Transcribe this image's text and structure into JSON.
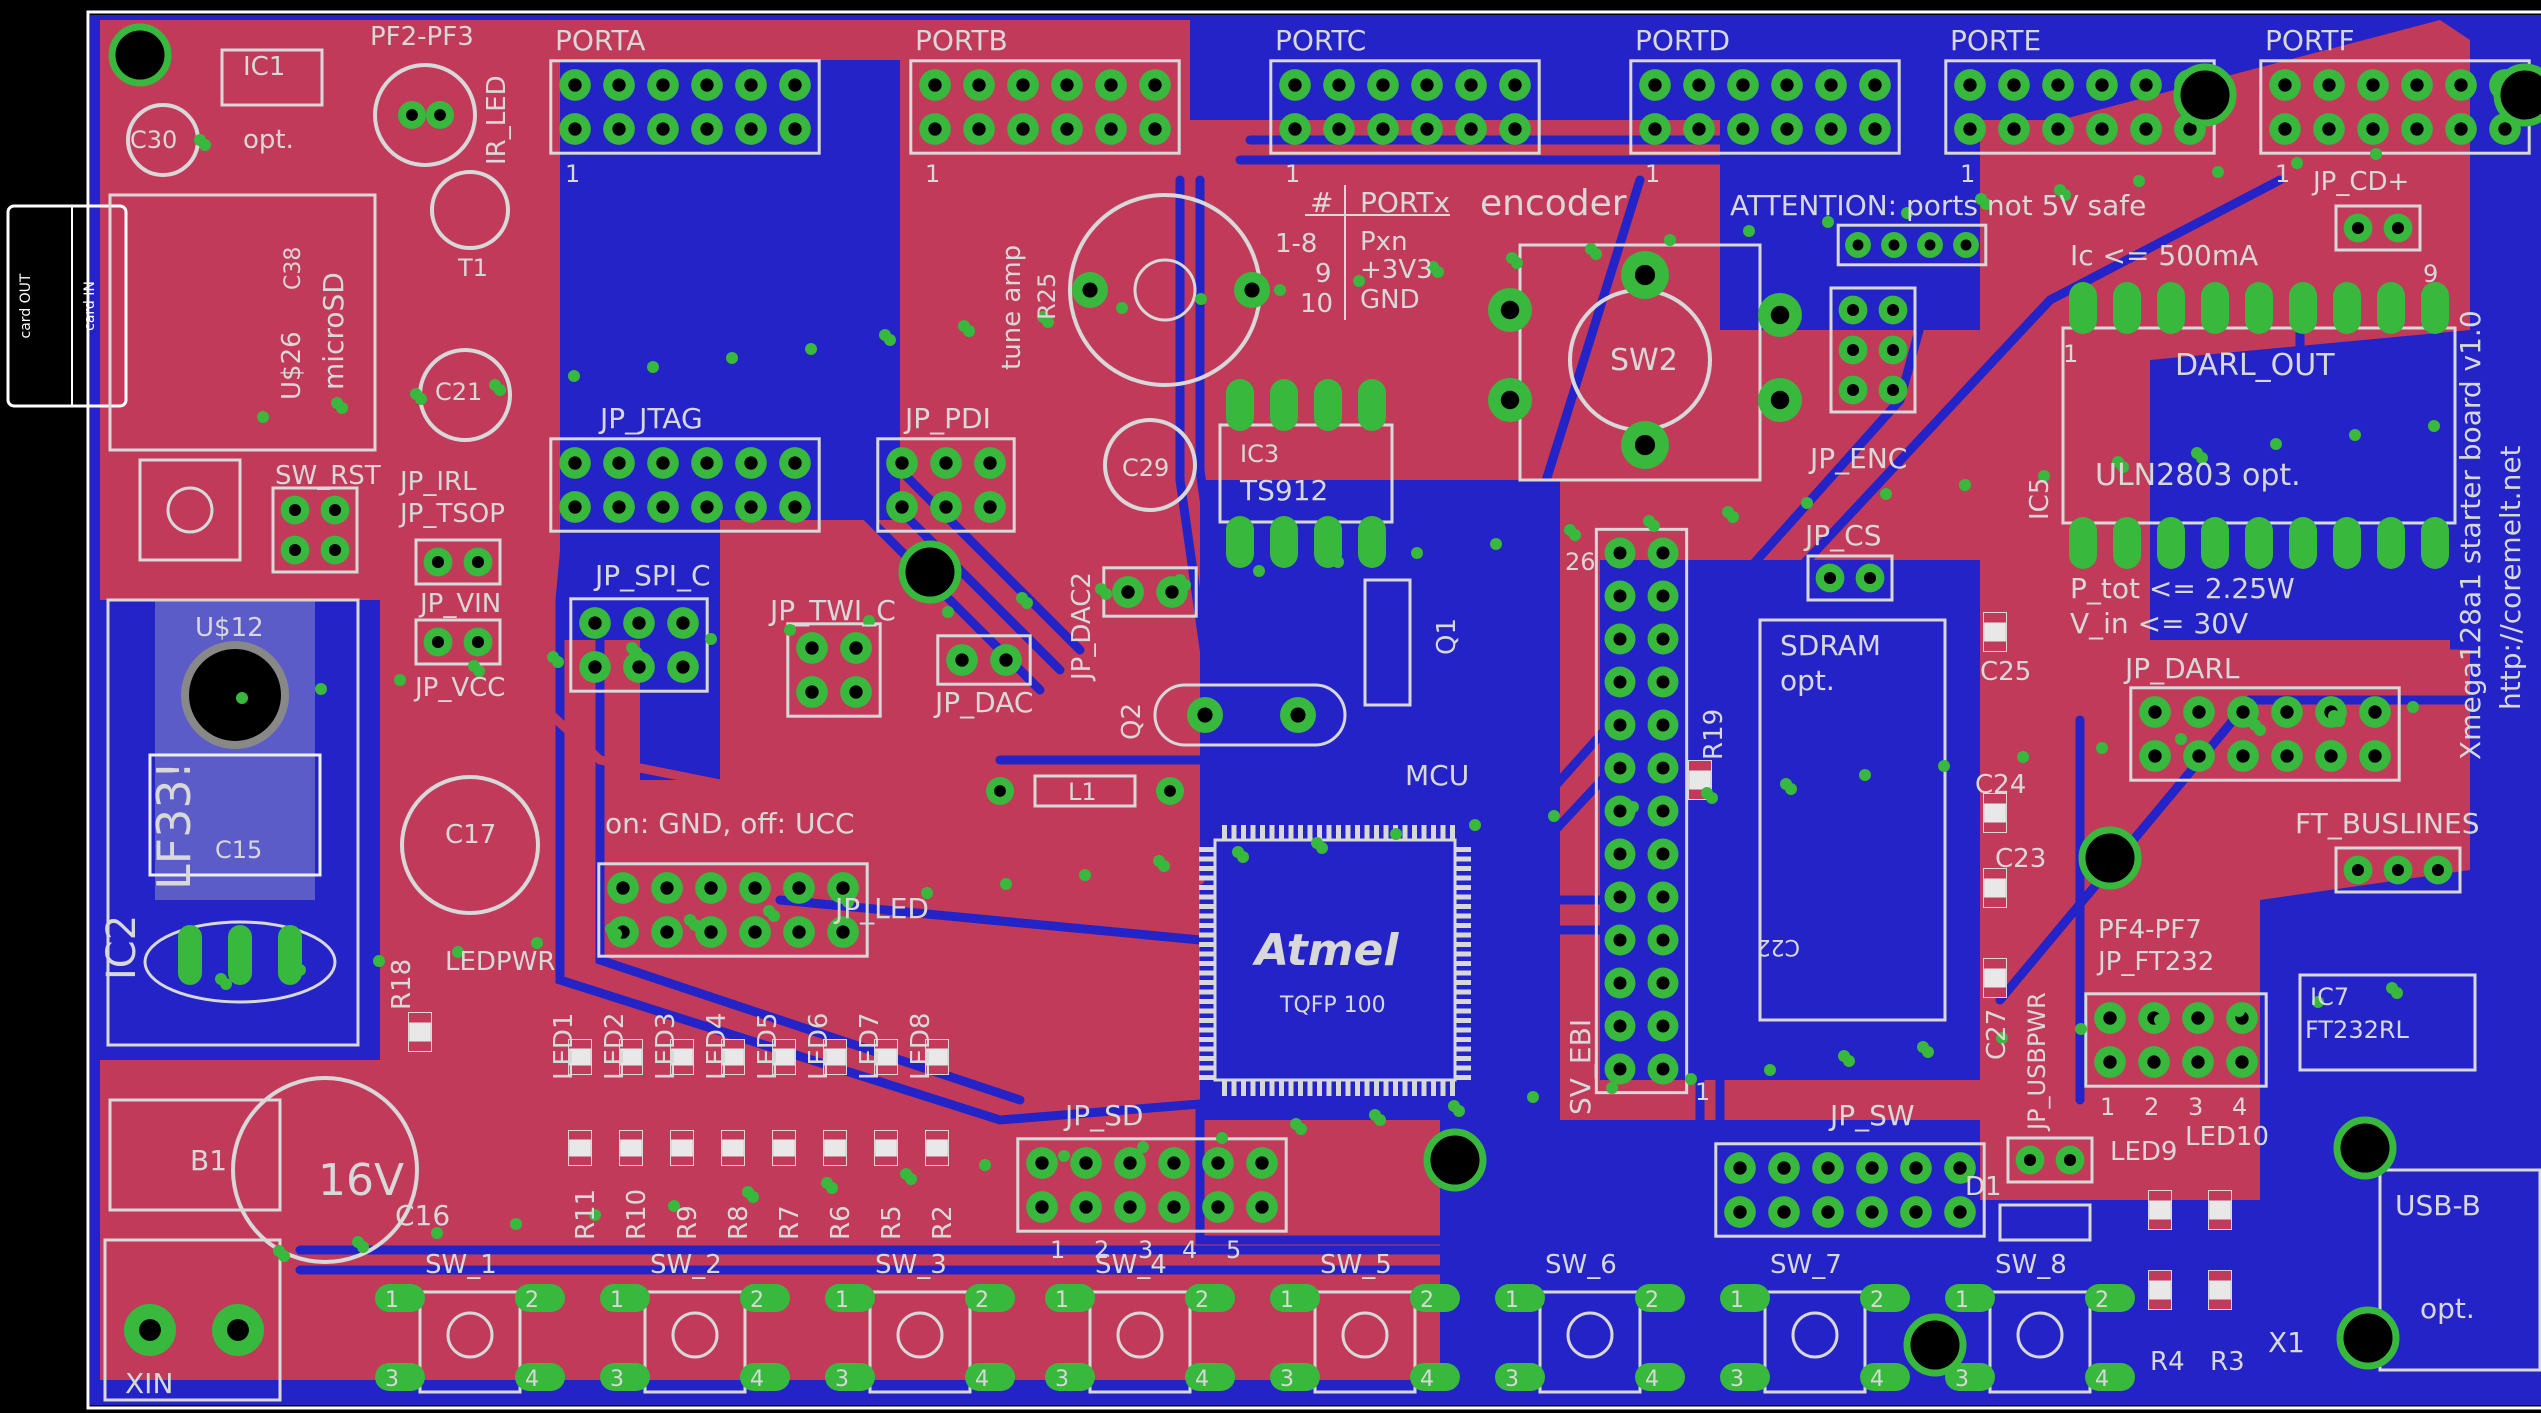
{
  "colors": {
    "background": "#000000",
    "top_copper": "#c23a5a",
    "bottom_copper": "#2323c8",
    "silkscreen": "#d8d8d8",
    "pad": "#38b83c",
    "drill": "#000000",
    "outline": "#ffffff"
  },
  "ports": [
    {
      "label": "PORTA",
      "pin1": "1"
    },
    {
      "label": "PORTB",
      "pin1": "1"
    },
    {
      "label": "PORTC",
      "pin1": "1"
    },
    {
      "label": "PORTD",
      "pin1": "1"
    },
    {
      "label": "PORTE",
      "pin1": "1"
    },
    {
      "label": "PORTF",
      "pin1": "1"
    }
  ],
  "port_legend": {
    "rows": [
      "#",
      "PORTx",
      "1-8",
      "Pxn",
      "9",
      "+3V3",
      "10",
      "GND"
    ]
  },
  "left_edge": {
    "card_out": "card OUT",
    "card_in": "card IN"
  },
  "labels": {
    "ic1": "IC1",
    "opt": "opt.",
    "pf2_pf3": "PF2-PF3",
    "ir_led": "IR_LED",
    "c30": "C30",
    "t1": "T1",
    "microsd": "microSD",
    "us26": "U$26",
    "c21": "C21",
    "c38": "C38",
    "jp_jtag": "JP_JTAG",
    "jp_pdi": "JP_PDI",
    "tune_amp": "tune amp",
    "r25": "R25",
    "ic3": "IC3",
    "ts912": "TS912",
    "c29": "C29",
    "encoder": "encoder",
    "sw2": "SW2",
    "attention": "ATTENTION: ports not 5V safe",
    "ic_limit": "Ic <= 500mA",
    "jp_cd": "JP_CD+",
    "darl_out": "DARL_OUT",
    "uln": "ULN2803 opt.",
    "ic5": "IC5",
    "jp_enc": "JP_ENC",
    "jp_cs": "JP_CS",
    "p_tot": "P_tot <= 2.25W",
    "v_in": "V_in <= 30V",
    "jp_darl": "JP_DARL",
    "sw_rst": "SW_RST",
    "jp_irl": "JP_IRL",
    "jp_tsop": "JP_TSOP",
    "jp_vin": "JP_VIN",
    "jp_vcc": "JP_VCC",
    "us12": "U$12",
    "lf33": "LF33!",
    "c15": "C15",
    "ic2": "IC2",
    "c17": "C17",
    "r18": "R18",
    "ledpwr": "LEDPWR",
    "jp_spi_c": "JP_SPI_C",
    "jp_twi_c": "JP_TWI_C",
    "jp_dac2": "JP_DAC2",
    "jp_dac": "JP_DAC",
    "q1": "Q1",
    "q2": "Q2",
    "l1": "L1",
    "mcu": "MCU",
    "atmel": "Atmel",
    "tqfp": "TQFP 100",
    "on_off": "on: GND, off: UCC",
    "jp_led": "JP_LED",
    "sv_ebi": "SV_EBI",
    "r19": "R19",
    "sdram": "SDRAM",
    "sdram_opt": "opt.",
    "c25": "C25",
    "c24": "C24",
    "c23": "C23",
    "c27": "C27",
    "c22": "C22",
    "ft_buslines": "FT_BUSLINES",
    "pf4_pf7": "PF4-PF7",
    "jp_ft232": "JP_FT232",
    "ic7": "IC7",
    "ft232rl": "FT232RL",
    "jp_usbpwr": "JP_USBPWR",
    "led9": "LED9",
    "led10": "LED10",
    "d1": "D1",
    "usb_b": "USB-B",
    "usb_opt": "opt.",
    "x1": "X1",
    "r4": "R4",
    "r3": "R3",
    "jp_sd": "JP_SD",
    "jp_sw": "JP_SW",
    "b1": "B1",
    "c16": "C16",
    "c16_val": "16V",
    "xin": "XIN",
    "board_name": "Xmega128a1 starter board v1.0",
    "url": "http://coremelt.net",
    "pin26": "26",
    "pin1": "1",
    "pin9": "9"
  },
  "leds": [
    "LED1",
    "LED2",
    "LED3",
    "LED4",
    "LED5",
    "LED6",
    "LED7",
    "LED8"
  ],
  "resistors": [
    "R11",
    "R10",
    "R9",
    "R8",
    "R7",
    "R6",
    "R5",
    "R2"
  ],
  "switches": [
    "SW_1",
    "SW_2",
    "SW_3",
    "SW_4",
    "SW_5",
    "SW_6",
    "SW_7",
    "SW_8"
  ],
  "jp_sd_pins": [
    "1",
    "2",
    "3",
    "4",
    "5"
  ],
  "jp_ft232_pins": [
    "1",
    "2",
    "3",
    "4"
  ],
  "sw_pins": {
    "p1": "1",
    "p2": "2",
    "p3": "3",
    "p4": "4"
  }
}
